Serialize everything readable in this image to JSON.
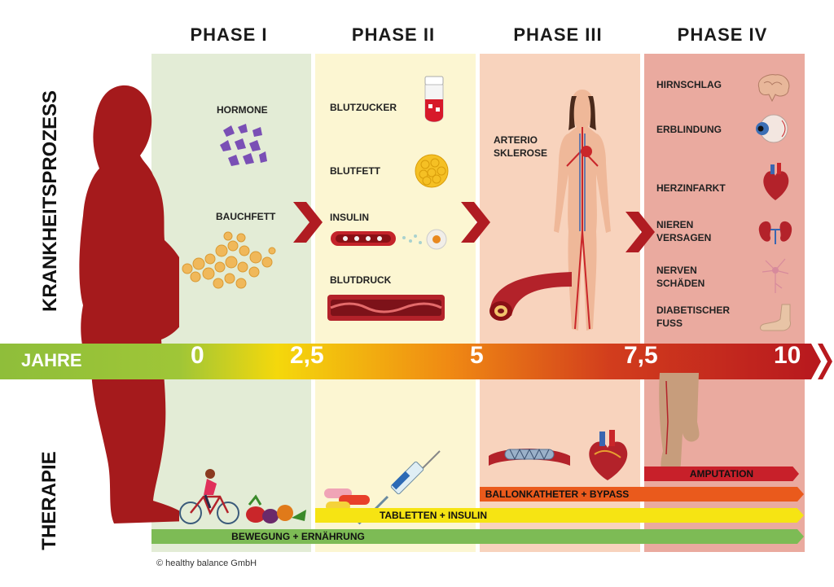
{
  "phases": [
    {
      "title": "PHASE I",
      "color": "#e3ecd6"
    },
    {
      "title": "PHASE II",
      "color": "#fcf6d2"
    },
    {
      "title": "PHASE III",
      "color": "#f8d3bd"
    },
    {
      "title": "PHASE IV",
      "color": "#eaaa9f"
    }
  ],
  "side_labels": {
    "top": "KRANKHEITSPROZESS",
    "bottom": "THERAPIE"
  },
  "phase1": {
    "hormone": "HORMONE",
    "bauchfett": "BAUCHFETT"
  },
  "phase2": {
    "blutzucker": "BLUTZUCKER",
    "blutfett": "BLUTFETT",
    "insulin": "INSULIN",
    "blutdruck": "BLUTDRUCK"
  },
  "phase3": {
    "arterio": "ARTERIO\nSKLEROSE"
  },
  "phase4": {
    "items": [
      {
        "label": "HIRNSCHLAG",
        "icon": "brain-icon"
      },
      {
        "label": "ERBLINDUNG",
        "icon": "eye-icon"
      },
      {
        "label": "HERZINFARKT",
        "icon": "heart-icon"
      },
      {
        "label": "NIEREN\nVERSAGEN",
        "icon": "kidney-icon"
      },
      {
        "label": "NERVEN\nSCHÄDEN",
        "icon": "nerve-icon"
      },
      {
        "label": "DIABETISCHER\nFUSS",
        "icon": "foot-icon"
      }
    ]
  },
  "timeline": {
    "label": "JAHRE",
    "ticks": [
      "0",
      "2,5",
      "5",
      "7,5",
      "10"
    ],
    "gradient_colors": [
      "#8fbe3a",
      "#f4d80c",
      "#f08a13",
      "#b8191e"
    ]
  },
  "therapies": [
    {
      "label": "AMPUTATION",
      "color": "#c8202a"
    },
    {
      "label": "BALLONKATHETER + BYPASS",
      "color": "#ea5a1c"
    },
    {
      "label": "TABLETTEN + INSULIN",
      "color": "#f6e413"
    },
    {
      "label": "BEWEGUNG + ERNÄHRUNG",
      "color": "#7dbb55"
    }
  ],
  "copyright": "© healthy balance GmbH"
}
